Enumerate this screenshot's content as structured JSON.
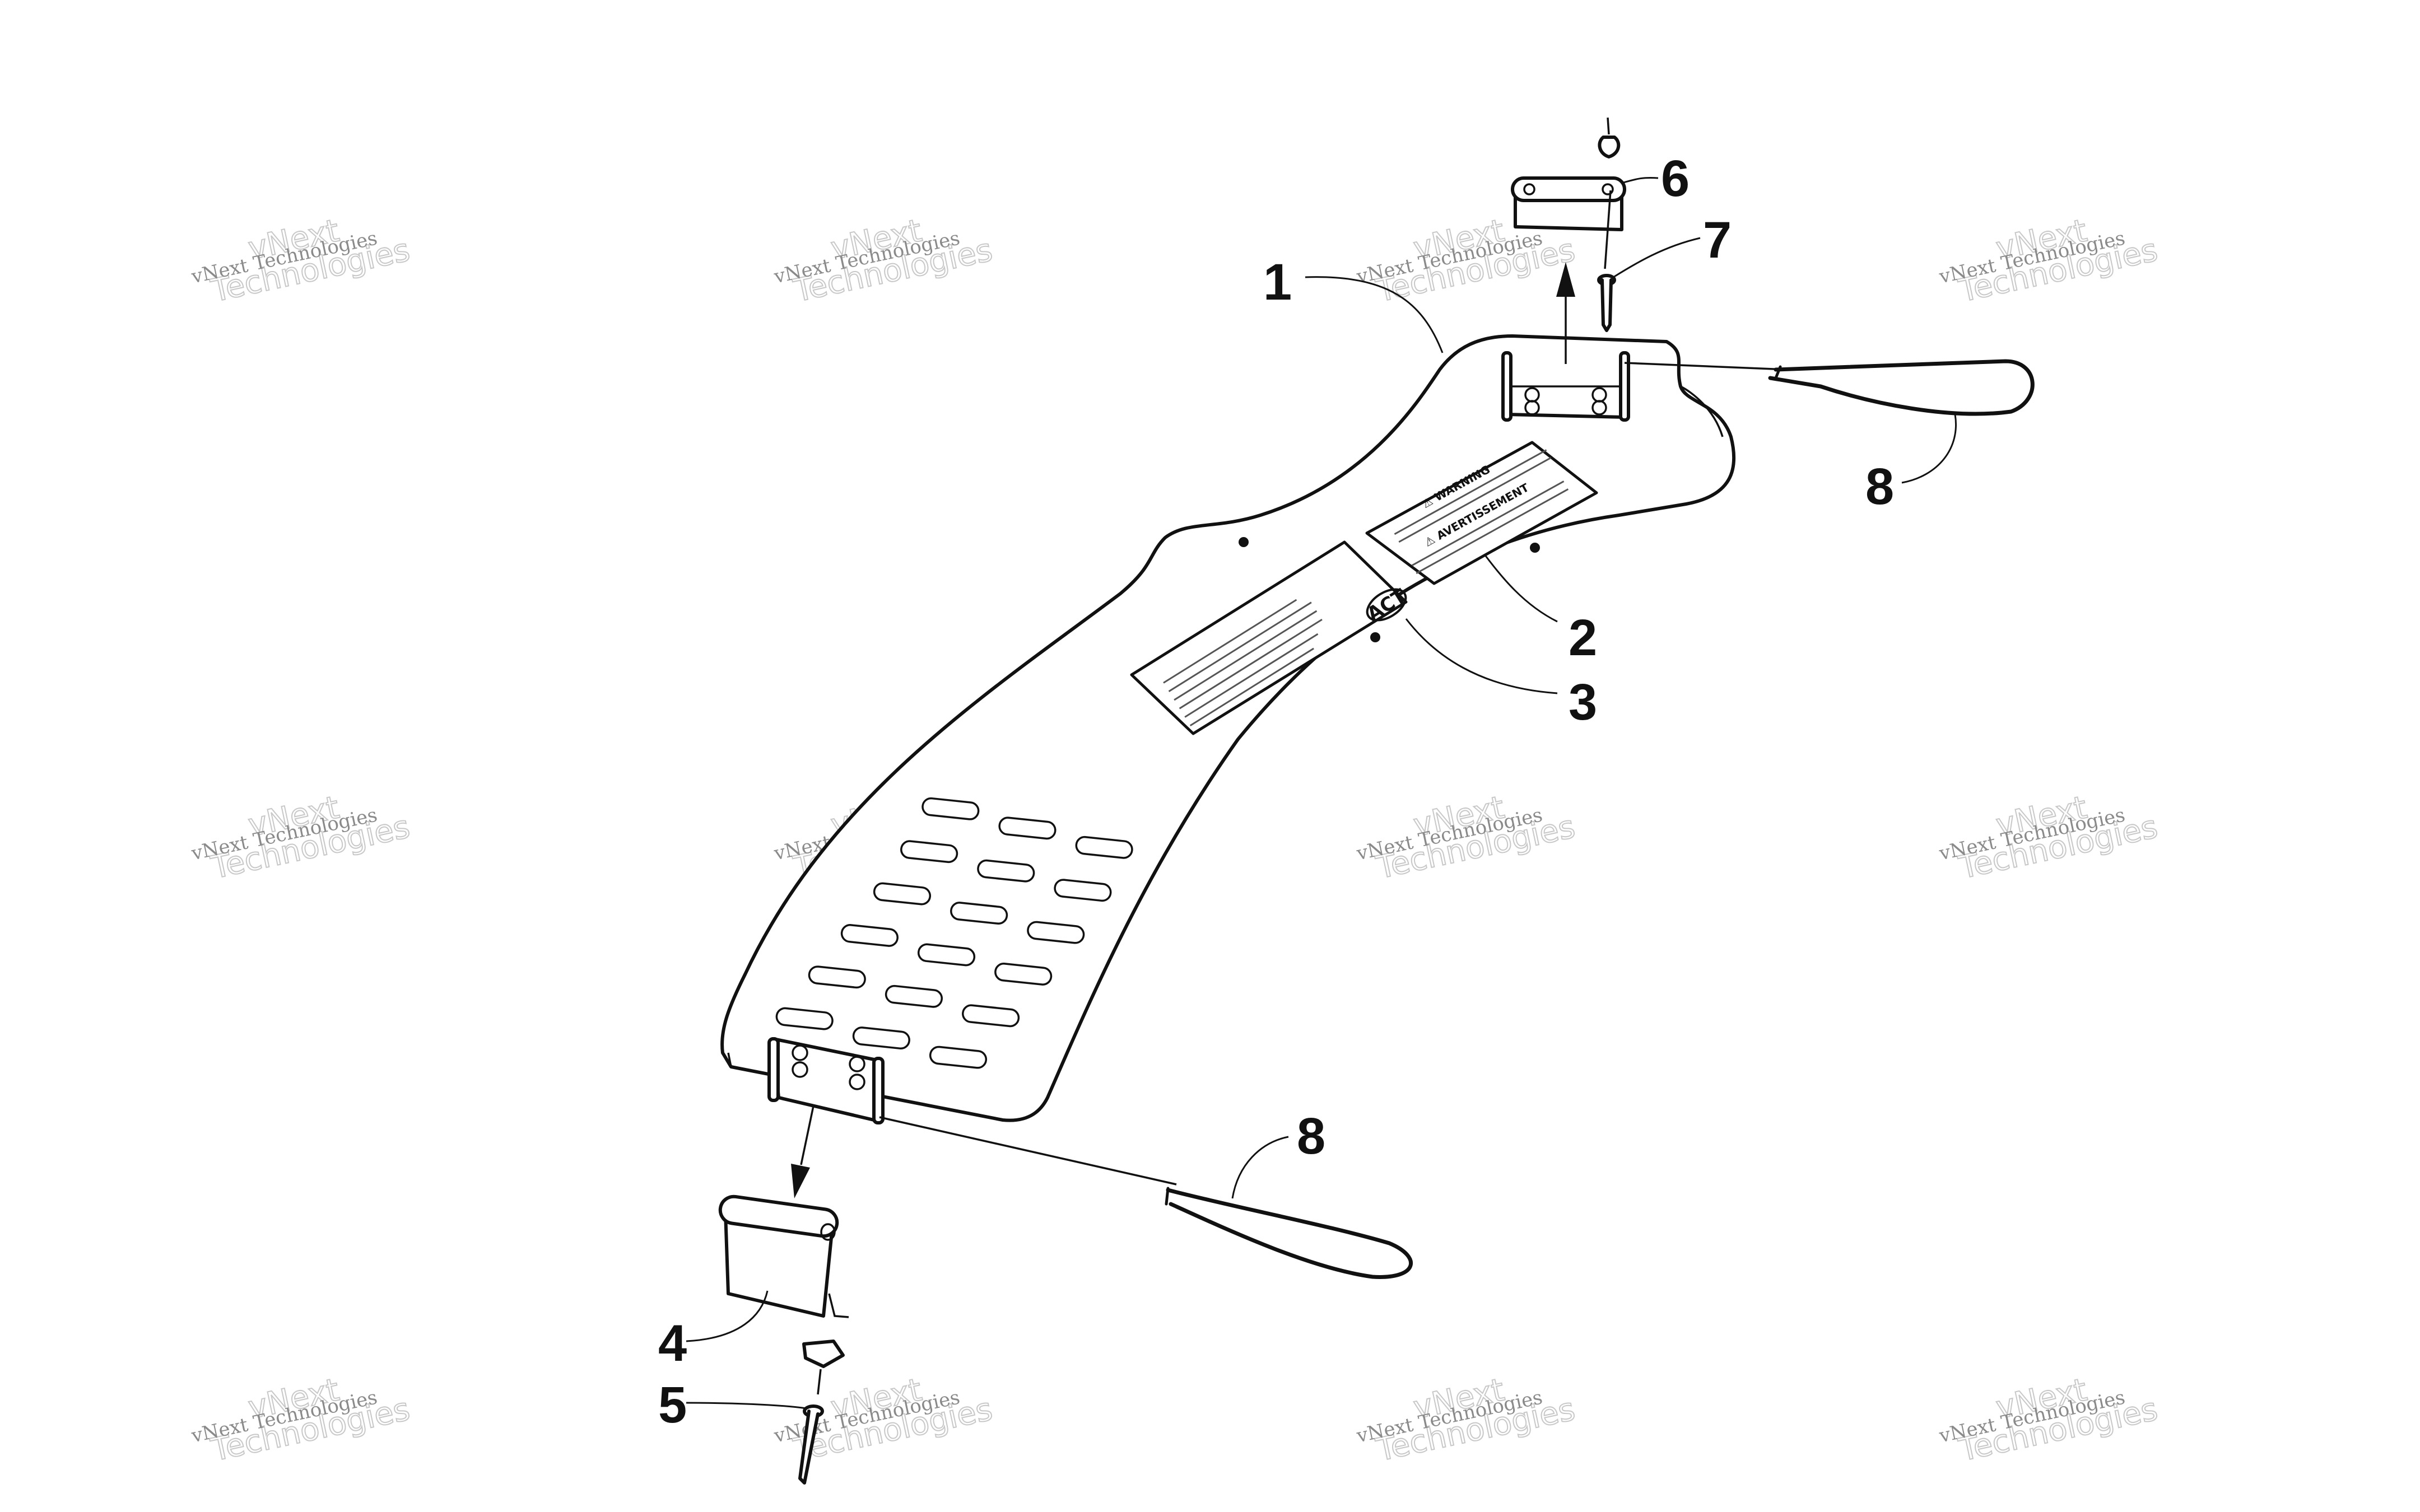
{
  "callouts": {
    "c1": "1",
    "c2": "2",
    "c3": "3",
    "c4": "4",
    "c5": "5",
    "c6": "6",
    "c7": "7",
    "c8a": "8",
    "c8b": "8"
  },
  "decals": {
    "warning_title": "⚠ WARNING",
    "avertissement_title": "⚠ AVERTISSEMENT",
    "logo": "ACT"
  },
  "watermark": {
    "line_small": "vNext Technologies",
    "line_big": "Technologies",
    "line_top": "vNext"
  },
  "colors": {
    "line": "#111111",
    "watermark": "#8a8a8a"
  }
}
